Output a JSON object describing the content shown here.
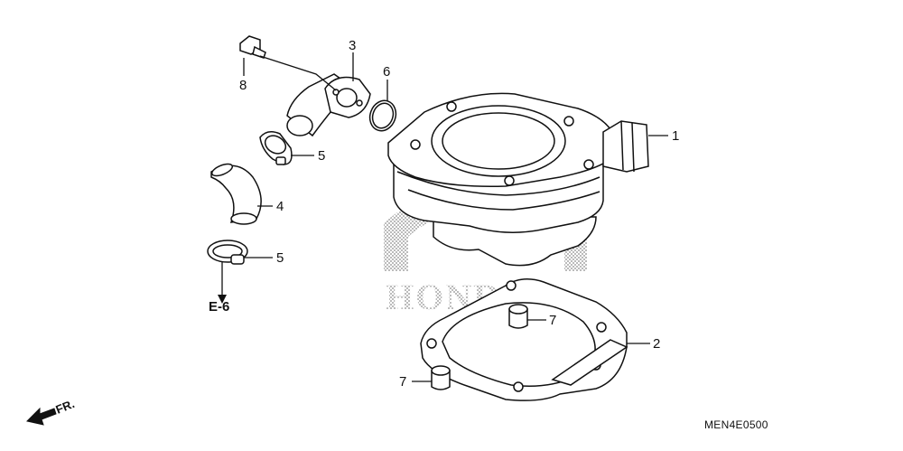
{
  "diagram": {
    "figure_code": "MEN4E0500",
    "reference": "E-6",
    "direction": "FR.",
    "watermark": "HONDA",
    "callouts": [
      {
        "id": "c1",
        "label": "1"
      },
      {
        "id": "c2",
        "label": "2"
      },
      {
        "id": "c3",
        "label": "3"
      },
      {
        "id": "c4",
        "label": "4"
      },
      {
        "id": "c5a",
        "label": "5"
      },
      {
        "id": "c5b",
        "label": "5"
      },
      {
        "id": "c6",
        "label": "6"
      },
      {
        "id": "c7a",
        "label": "7"
      },
      {
        "id": "c7b",
        "label": "7"
      },
      {
        "id": "c8",
        "label": "8"
      }
    ]
  },
  "colors": {
    "line": "#111111",
    "background": "#ffffff",
    "watermark": "#9a9a9a"
  }
}
